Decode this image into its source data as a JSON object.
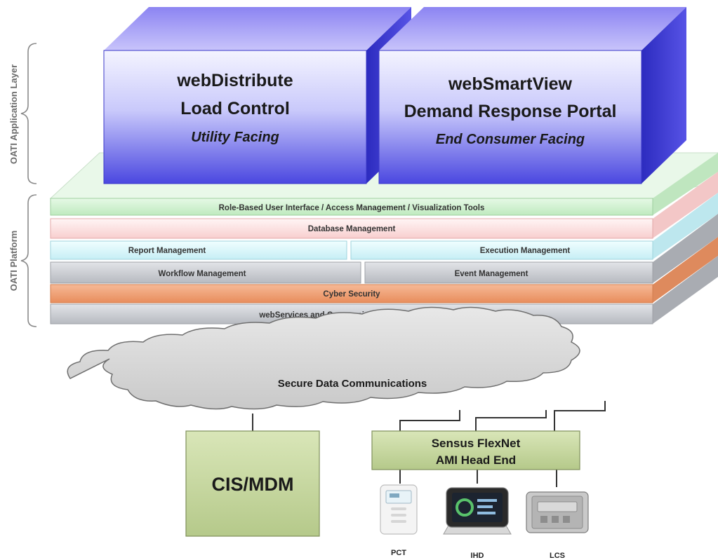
{
  "side_labels": {
    "application_layer": "OATI Application Layer",
    "platform": "OATI Platform"
  },
  "apps": {
    "left": {
      "line1": "webDistribute",
      "line2": "Load Control",
      "line3": "Utility Facing"
    },
    "right": {
      "line1": "webSmartView",
      "line2": "Demand Response Portal",
      "line3": "End Consumer Facing"
    }
  },
  "platform_layers": {
    "role_based": "Role-Based User Interface / Access Management / Visualization Tools",
    "database": "Database Management",
    "report": "Report Management",
    "execution": "Execution Management",
    "workflow": "Workflow Management",
    "event": "Event Management",
    "cyber": "Cyber Security",
    "webservices": "webServices and Communications Management"
  },
  "cloud": {
    "label": "Secure Data Communications"
  },
  "systems": {
    "cis_mdm": "CIS/MDM",
    "flexnet_line1": "Sensus FlexNet",
    "flexnet_line2": "AMI Head End"
  },
  "devices": {
    "pct": "PCT",
    "ihd": "IHD",
    "lcs": "LCS"
  },
  "colors": {
    "app_box_light": "#eef0ff",
    "app_box_dark": "#3a3ad6",
    "green_layer": "#c9f0c9",
    "pink_layer": "#fde0e0",
    "cyan_layer": "#d8f6fb",
    "gray_layer": "#c9ccd1",
    "orange_layer": "#f2a37a",
    "system_box": "#c6d6a0"
  }
}
